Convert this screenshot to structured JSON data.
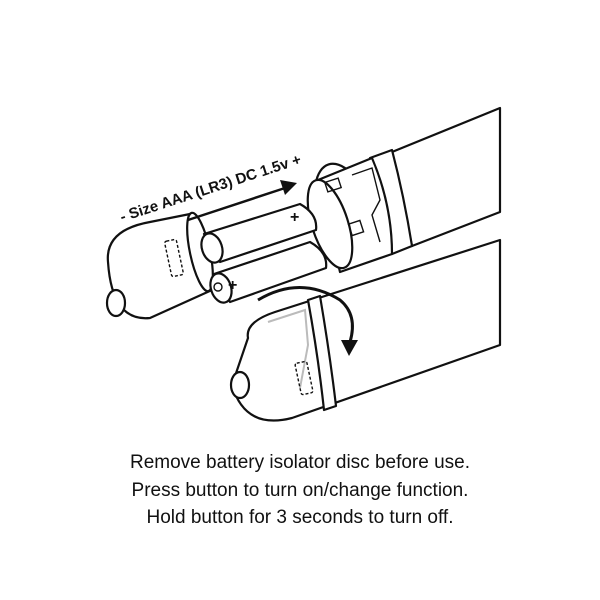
{
  "diagram": {
    "battery_label": "- Size AAA (LR3) DC 1.5v +",
    "plus_symbol": "+",
    "instructions": [
      "Remove battery isolator disc before use.",
      "Press button to turn on/change function.",
      "Hold button for 3 seconds to turn off."
    ]
  }
}
